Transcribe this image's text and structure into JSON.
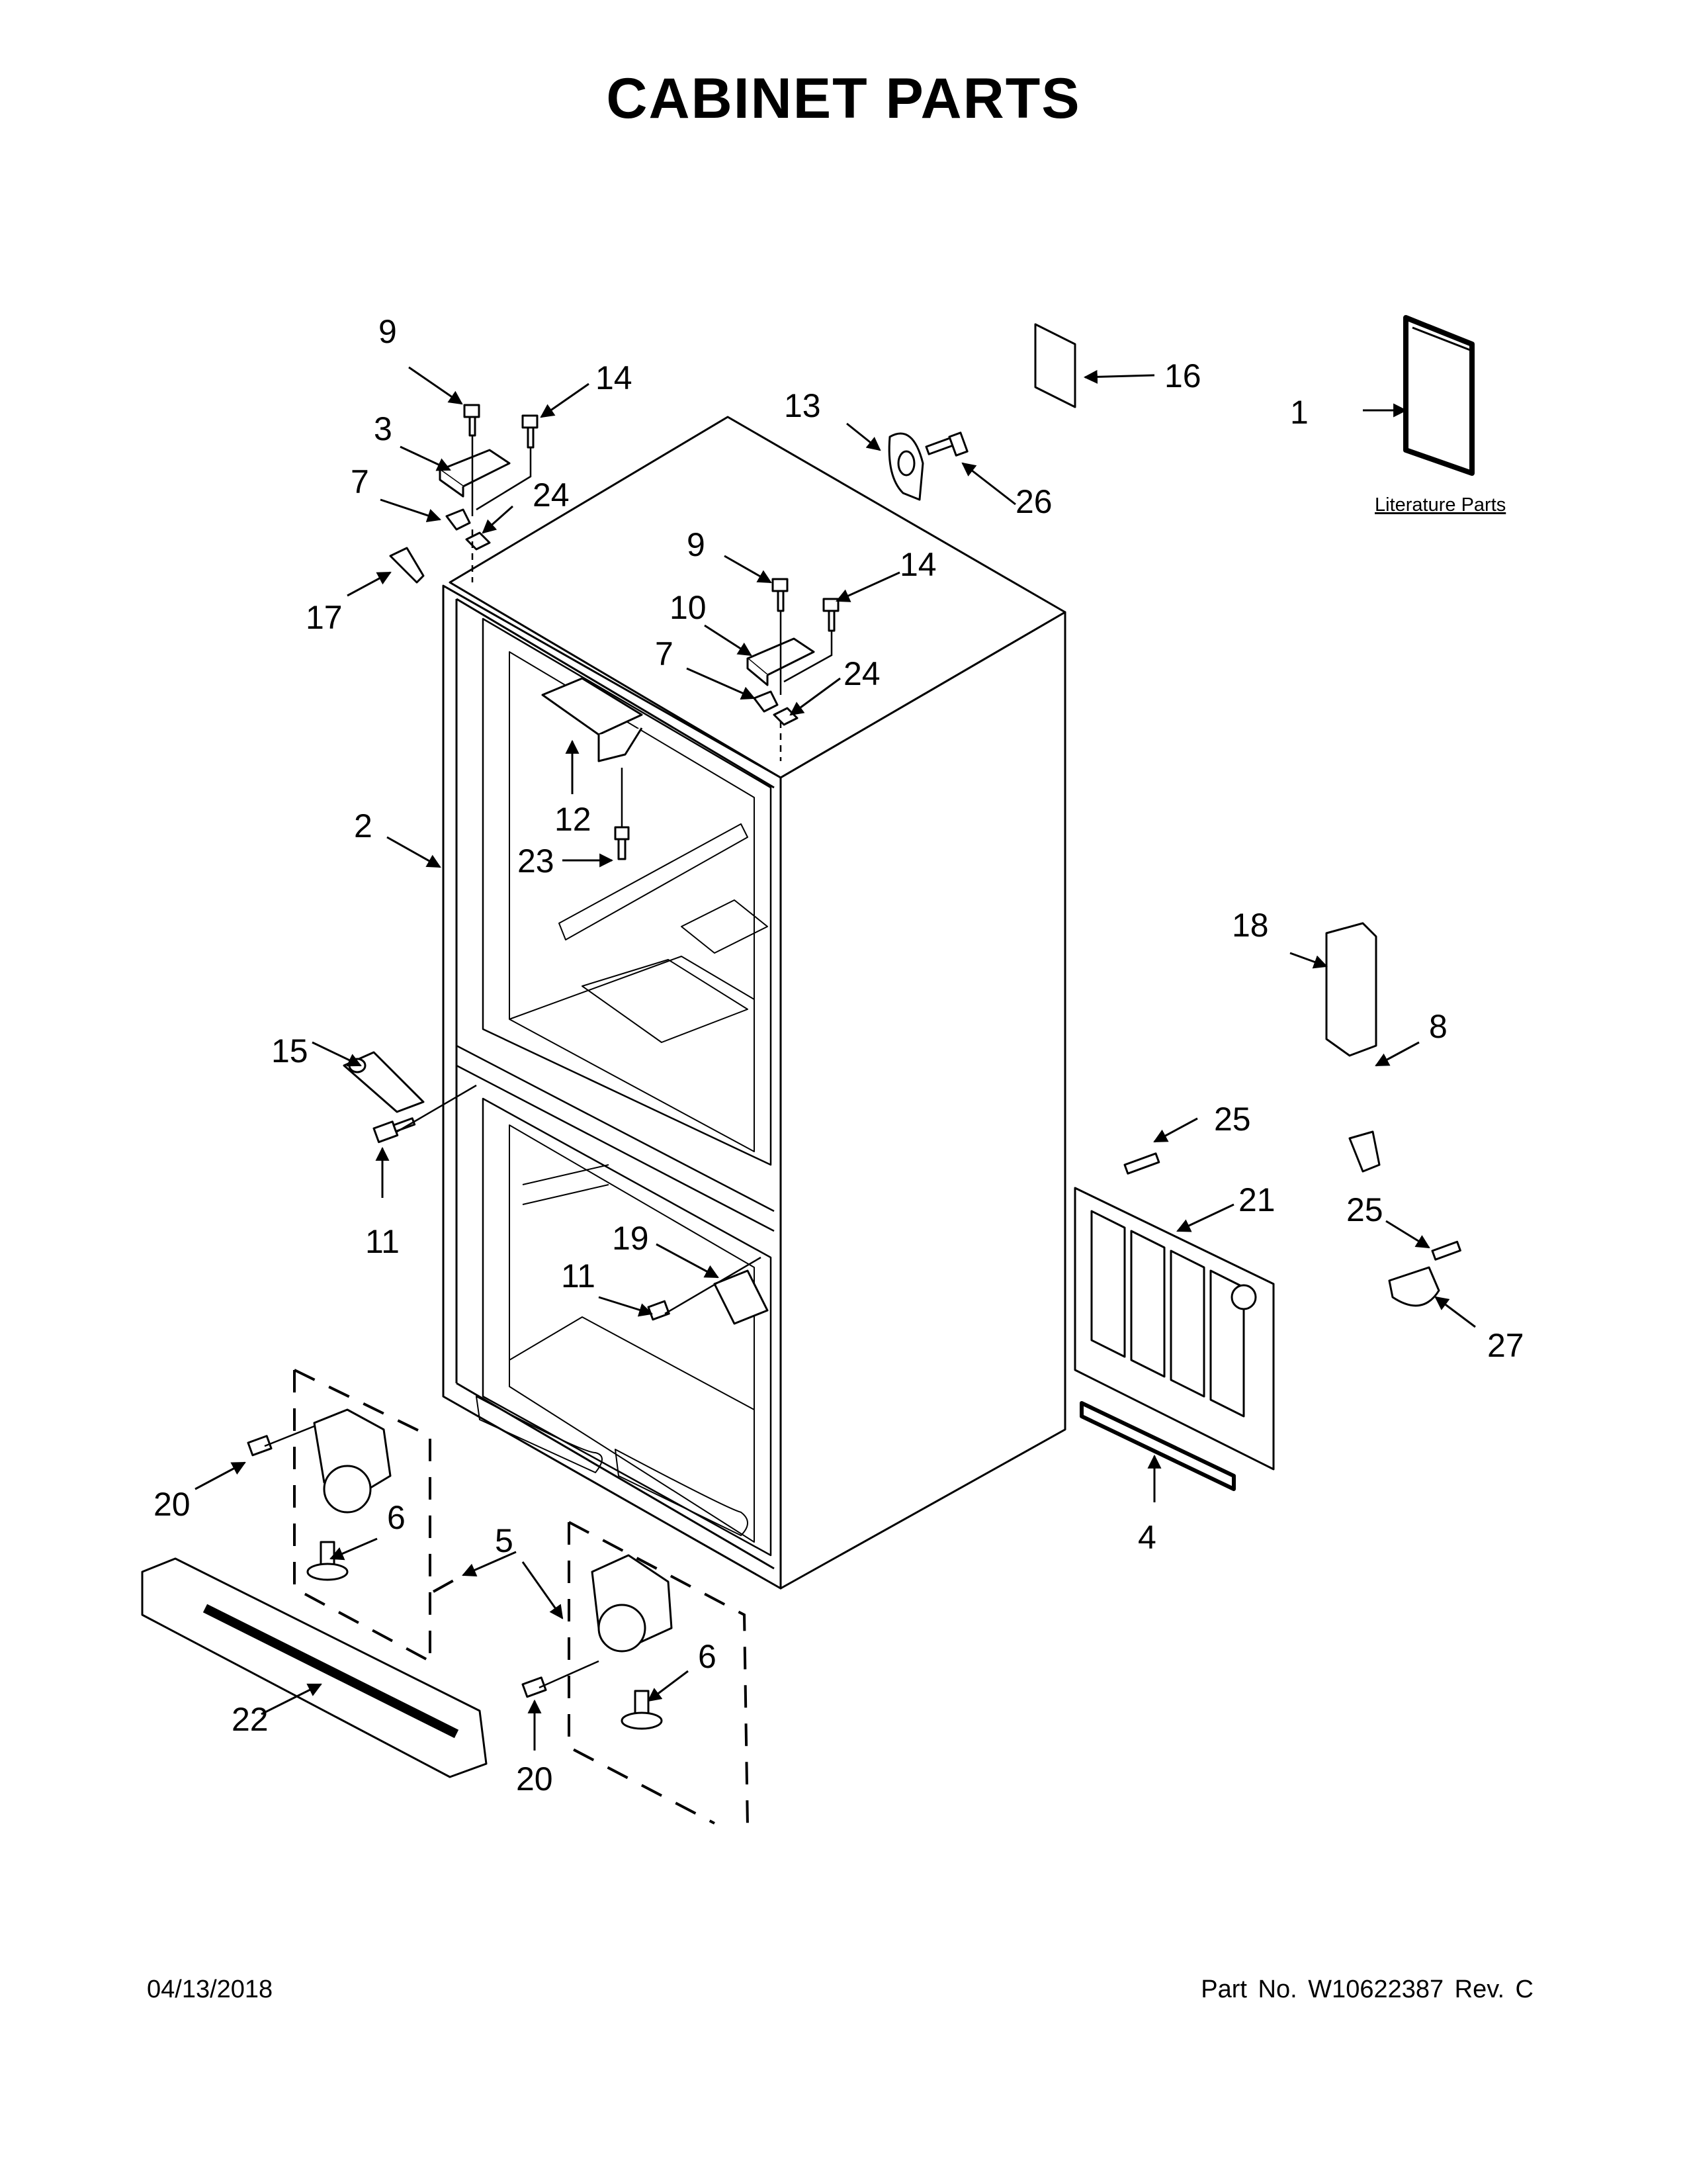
{
  "title": "CABINET PARTS",
  "literature_label": "Literature Parts",
  "footer": {
    "date": "04/13/2018",
    "part_number": "Part No.  W10622387  Rev.  C"
  },
  "callouts": {
    "c1": "1",
    "c2": "2",
    "c3": "3",
    "c4": "4",
    "c5": "5",
    "c6a": "6",
    "c6b": "6",
    "c7a": "7",
    "c7b": "7",
    "c8": "8",
    "c9a": "9",
    "c9b": "9",
    "c10": "10",
    "c11a": "11",
    "c11b": "11",
    "c12": "12",
    "c13": "13",
    "c14a": "14",
    "c14b": "14",
    "c15": "15",
    "c16": "16",
    "c17": "17",
    "c18": "18",
    "c19": "19",
    "c20a": "20",
    "c20b": "20",
    "c21": "21",
    "c22": "22",
    "c23": "23",
    "c24a": "24",
    "c24b": "24",
    "c25a": "25",
    "c25b": "25",
    "c26": "26",
    "c27": "27"
  }
}
